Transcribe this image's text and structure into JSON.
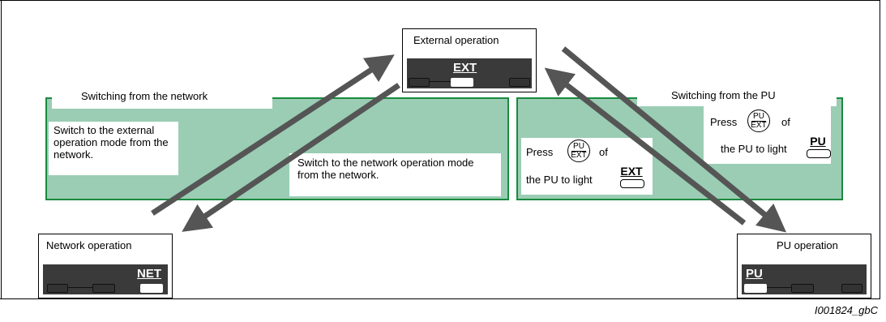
{
  "modes": {
    "external": {
      "label": "External operation",
      "panel_text": "EXT"
    },
    "network": {
      "label": "Network operation",
      "panel_text": "NET"
    },
    "pu": {
      "label": "PU operation",
      "panel_text": "PU"
    }
  },
  "groups": {
    "network": {
      "title": "Switching from the network",
      "note_external": "Switch to the external operation mode from the network.",
      "note_network": "Switch to the network operation mode from the network."
    },
    "pu": {
      "title": "Switching from the PU",
      "left_note": {
        "press": "Press",
        "of": "of",
        "line2": "the PU to light",
        "key_top": "PU",
        "key_bottom": "EXT",
        "lamp": "EXT"
      },
      "right_note": {
        "press": "Press",
        "of": "of",
        "line2": "the PU to light",
        "key_top": "PU",
        "key_bottom": "EXT",
        "lamp": "PU"
      }
    }
  },
  "caption": "I001824_gbC",
  "colors": {
    "panel_fill": "#9acdb4",
    "panel_border": "#1a8a3e",
    "arrow": "#555555"
  }
}
